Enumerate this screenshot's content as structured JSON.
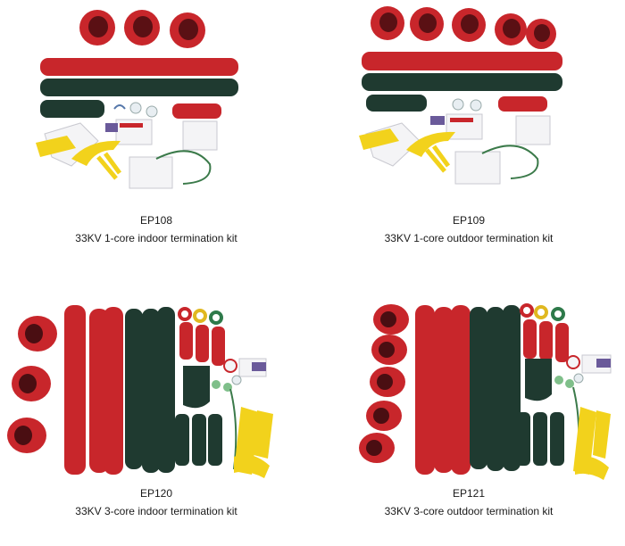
{
  "products": [
    {
      "code": "EP108",
      "description": "33KV 1-core indoor termination kit"
    },
    {
      "code": "EP109",
      "description": "33KV 1-core outdoor termination kit"
    },
    {
      "code": "EP120",
      "description": "33KV 3-core indoor termination kit"
    },
    {
      "code": "EP121",
      "description": "33KV 3-core outdoor termination kit"
    }
  ],
  "colors": {
    "red_tube": "#c8262b",
    "black_tube": "#1f3a30",
    "yellow_part": "#f2d21c",
    "paper": "#f4f4f6"
  }
}
